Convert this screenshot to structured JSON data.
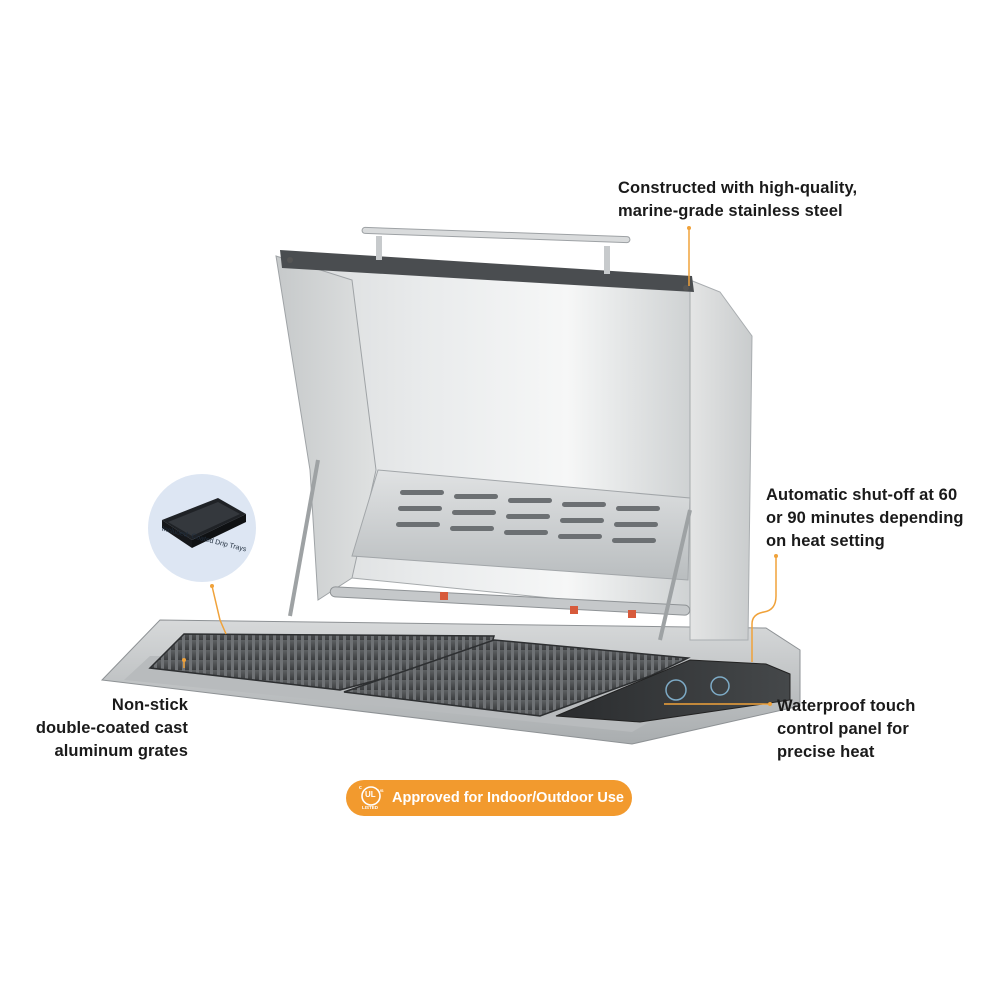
{
  "callouts": {
    "steel": [
      "Constructed with high-quality,",
      "marine-grade stainless steel"
    ],
    "shutoff": [
      "Automatic shut-off at 60",
      "or 90 minutes depending",
      "on heat setting"
    ],
    "grates": [
      "Non-stick",
      "double-coated cast",
      "aluminum grates"
    ],
    "panel": [
      "Waterproof touch",
      "control panel for",
      "precise heat"
    ]
  },
  "badge": {
    "text": "Approved for Indoor/Outdoor Use",
    "ul_mark": {
      "top": "c",
      "center": "UL",
      "side": "US",
      "bottom": "LISTED"
    }
  },
  "thumbnail": {
    "caption": "Included: Coated Drip Trays"
  },
  "colors": {
    "accent": "#f0a23a",
    "badge": "#f29a2e",
    "text": "#1a1a1a",
    "thumb_bg": "#dde6f3"
  }
}
